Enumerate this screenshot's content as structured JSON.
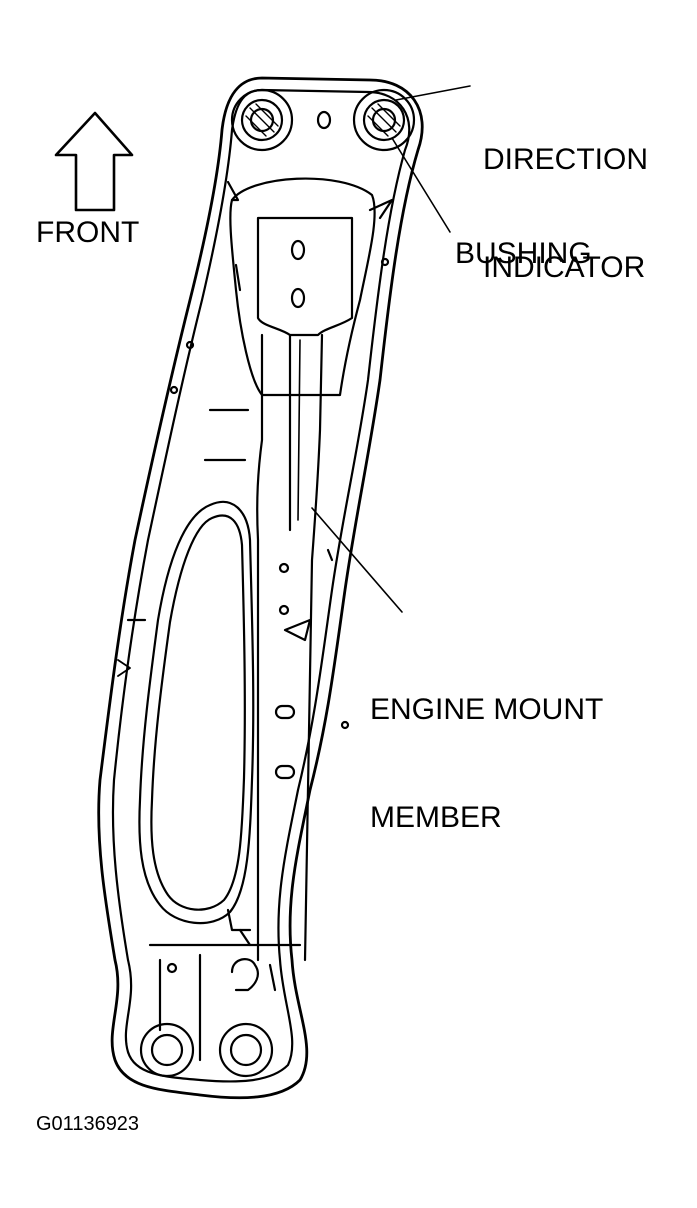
{
  "labels": {
    "front": "FRONT",
    "direction_indicator": [
      "DIRECTION",
      "INDICATOR"
    ],
    "bushing": "BUSHING",
    "engine_mount_member": [
      "ENGINE MOUNT",
      "MEMBER"
    ]
  },
  "figure_id": "G01136923",
  "colors": {
    "line": "#000000",
    "background": "#ffffff"
  }
}
